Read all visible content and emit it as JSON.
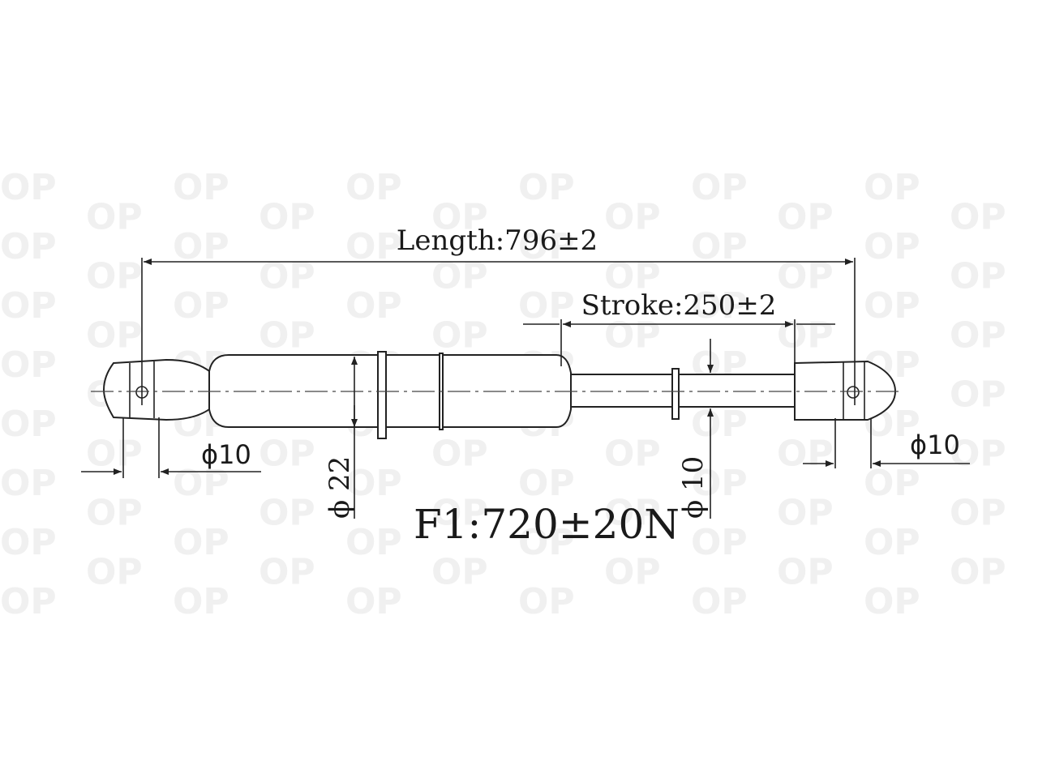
{
  "watermark": {
    "text": "OP"
  },
  "dimensions": {
    "length_label": "Length:796±2",
    "stroke_label": "Stroke:250±2",
    "left_eye_dia": "ϕ10",
    "right_eye_dia": "ϕ10",
    "tube_dia": "ϕ 22",
    "rod_dia": "ϕ 10",
    "force_label": "F1:720±20N"
  },
  "colors": {
    "line": "#222222",
    "watermark": "#f0f0f0",
    "background": "#ffffff"
  }
}
